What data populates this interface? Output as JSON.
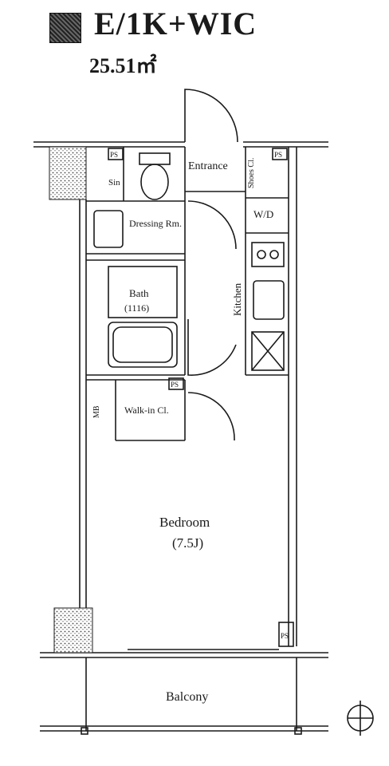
{
  "header": {
    "title": "E/1K+WIC",
    "area": "25.51㎡"
  },
  "labels": {
    "ps": "PS",
    "entrance": "Entrance",
    "shoes_cl": "Shoes Cl.",
    "wd": "W/D",
    "kitchen": "Kitchen",
    "dressing": "Dressing Rm.",
    "bath": "Bath",
    "bath_size": "(1116)",
    "walkin": "Walk-in Cl.",
    "bedroom": "Bedroom",
    "bedroom_size": "(7.5J)",
    "balcony": "Balcony",
    "sin": "Sin",
    "mb": "MB"
  },
  "colors": {
    "line": "#1a1a1a",
    "hatch": "#555555"
  },
  "icons": {
    "compass": "north-compass-icon"
  }
}
